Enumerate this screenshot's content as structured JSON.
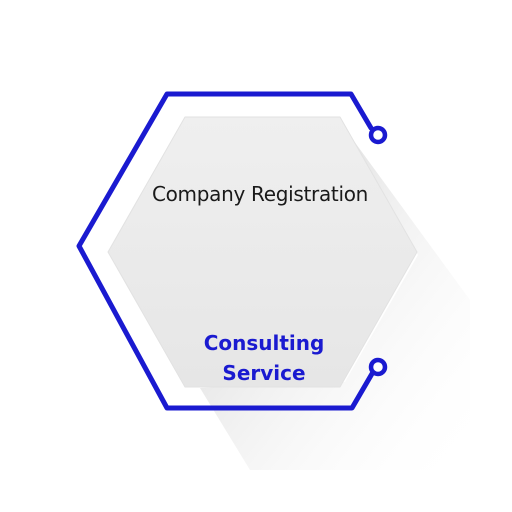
{
  "infographic": {
    "title": "Company Registration",
    "subtitle_line1": "Consulting",
    "subtitle_line2": "Service"
  },
  "colors": {
    "outline": "#1a1ad0",
    "hexagon_fill": "#ececec",
    "title_text": "#1a1a1a",
    "subtitle_text": "#1a1ad0"
  },
  "icons": {
    "connector_top": "ring-node-icon",
    "connector_bottom": "ring-node-icon"
  }
}
